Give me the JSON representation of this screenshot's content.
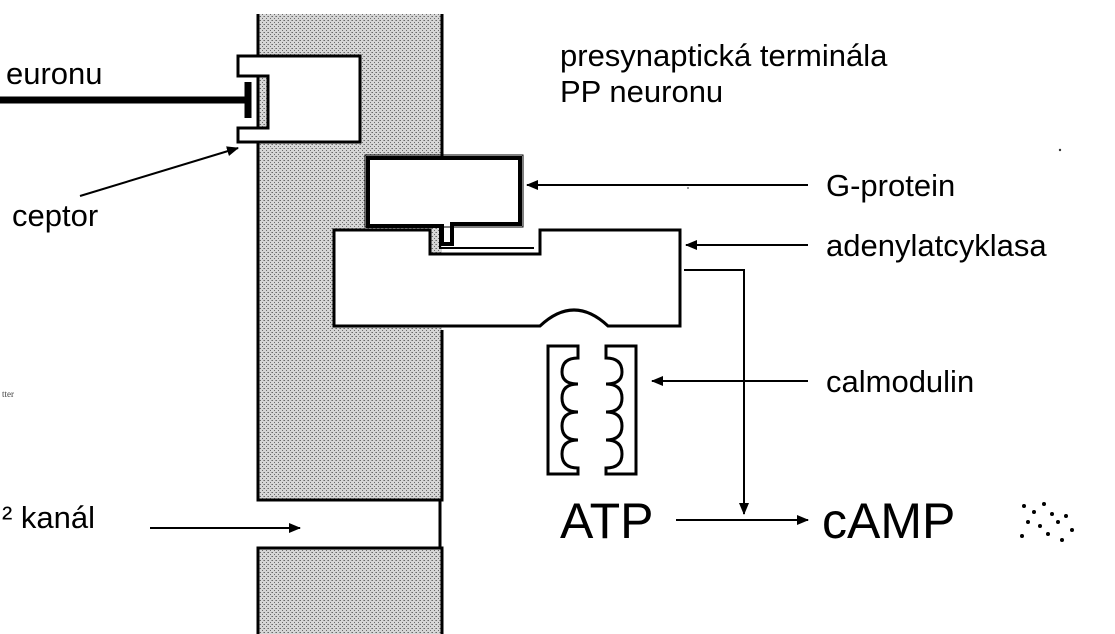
{
  "labels": {
    "neuron_partial": "euronu",
    "receptor_partial": "ceptor",
    "presynaptic_line1": "presynaptická terminála",
    "presynaptic_line2": "PP neuronu",
    "g_protein": "G-protein",
    "adenylate_cyclase": "adenylatcyklasa",
    "calmodulin": "calmodulin",
    "channel_partial": "² kanál",
    "atp": "ATP",
    "camp": "cAMP",
    "margin_fragment": "tter"
  }
}
